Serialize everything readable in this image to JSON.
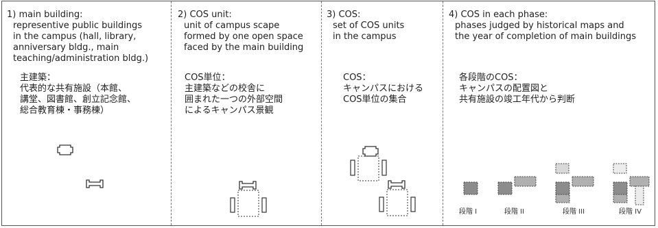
{
  "columns": [
    {
      "en_heading": "1) main building:",
      "en_lines": [
        "representive public buildings",
        "in the campus (hall, library,",
        "anniversary bldg., main",
        "teaching/administration bldg.)"
      ],
      "jp_heading": "主建築：",
      "jp_lines": [
        "代表的な共有施設（本館、",
        "講堂、図書館、創立記念館、",
        "総合教育棟・事務棟）"
      ]
    },
    {
      "en_heading": "2) COS unit:",
      "en_lines": [
        "unit of campus scape",
        "formed by one open space",
        "faced by the main building"
      ],
      "jp_heading": "COS単位：",
      "jp_lines": [
        "主建築などの校舎に",
        "囲まれた一つの外部空間",
        "によるキャンパス景観"
      ]
    },
    {
      "en_heading": "3) COS:",
      "en_lines": [
        "set of COS units",
        "in the campus"
      ],
      "jp_heading": "COS：",
      "jp_lines": [
        "キャンパスにおける",
        "COS単位の集合"
      ]
    },
    {
      "en_heading": "4) COS in each phase:",
      "en_lines": [
        "phases judged by historical maps and",
        "the year of completion of main buildings"
      ],
      "jp_heading": "各段階のCOS：",
      "jp_lines": [
        "キャンパスの配置図と",
        "共有施設の竣工年代から判断"
      ]
    }
  ],
  "phase_labels": [
    "段階 I",
    "段階 II",
    "段階 III",
    "段階 IV"
  ],
  "colors": {
    "dark_block": "#8c8c8c",
    "mid_block": "#b0b0b0",
    "light_block": "#d9d9d9",
    "outline": "#333333"
  }
}
